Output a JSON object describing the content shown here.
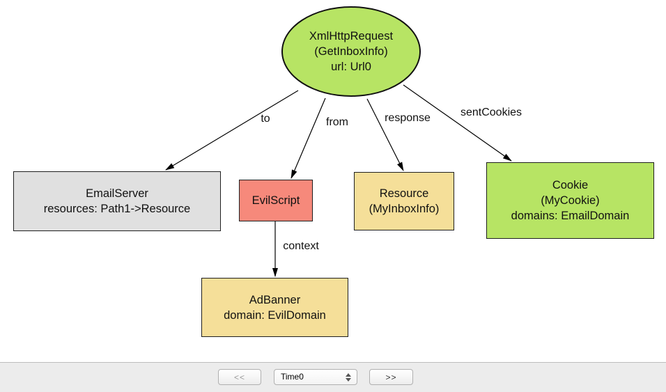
{
  "diagram": {
    "nodes": {
      "xml_http_request": {
        "lines": [
          "XmlHttpRequest",
          "(GetInboxInfo)",
          "url: Url0"
        ],
        "fill": "#b7e464"
      },
      "email_server": {
        "lines": [
          "EmailServer",
          "resources: Path1->Resource"
        ],
        "fill": "#e0e0e0"
      },
      "evil_script": {
        "lines": [
          "EvilScript"
        ],
        "fill": "#f6897b"
      },
      "resource": {
        "lines": [
          "Resource",
          "(MyInboxInfo)"
        ],
        "fill": "#f5df99"
      },
      "cookie": {
        "lines": [
          "Cookie",
          "(MyCookie)",
          "domains: EmailDomain"
        ],
        "fill": "#b7e464"
      },
      "ad_banner": {
        "lines": [
          "AdBanner",
          "domain: EvilDomain"
        ],
        "fill": "#f5df99"
      }
    },
    "edge_labels": {
      "to": "to",
      "from": "from",
      "response": "response",
      "sent_cookies": "sentCookies",
      "context": "context"
    }
  },
  "toolbar": {
    "prev_button": "<<",
    "next_button": ">>",
    "time_select_value": "Time0"
  }
}
